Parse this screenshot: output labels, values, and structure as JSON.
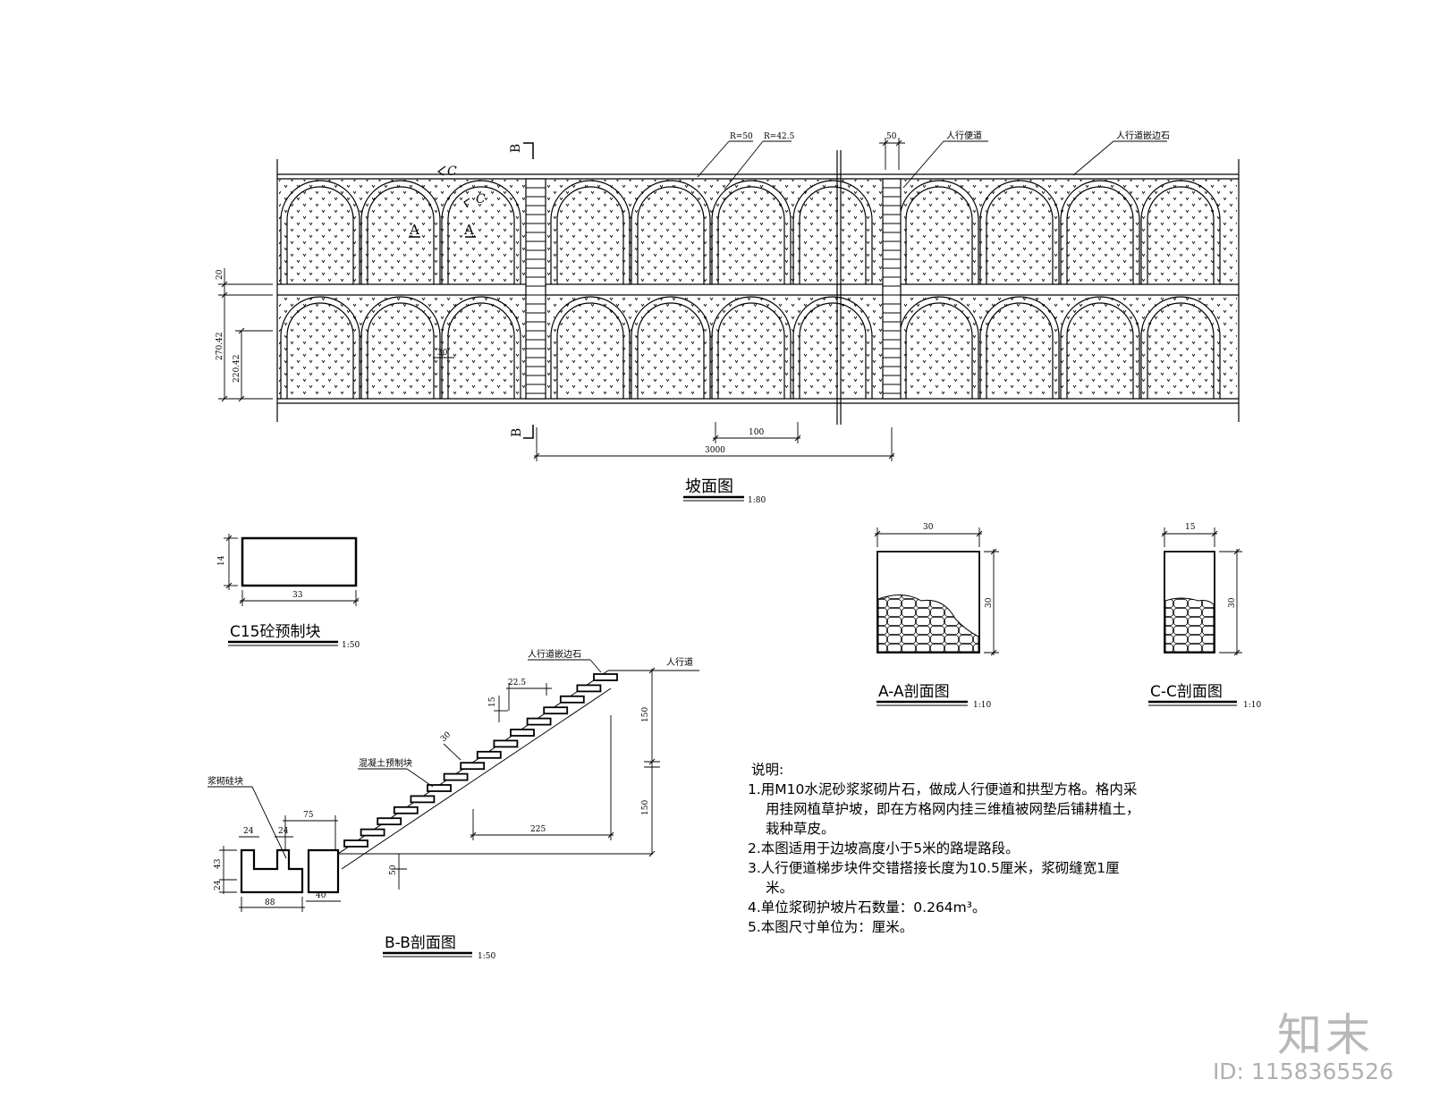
{
  "slope_view": {
    "title": "坡面图",
    "scale": "1:80",
    "label_r50": "R=50",
    "label_r425": "R=42.5",
    "label_sidewalk": "人行便道",
    "label_curb": "人行道嵌边石",
    "dim_50": "50",
    "dim_20": "20",
    "dim_270": "270.42",
    "dim_220": "220.42",
    "dim_30": "30",
    "dim_100": "100",
    "dim_3000": "3000",
    "mark_b": "B",
    "mark_a": "A",
    "mark_c": "C"
  },
  "block": {
    "title": "C15砼预制块",
    "scale": "1:50",
    "dim_w": "33",
    "dim_h": "14"
  },
  "section_aa": {
    "title": "A-A剖面图",
    "scale": "1:10",
    "dim_w": "30",
    "dim_h": "30"
  },
  "section_cc": {
    "title": "C-C剖面图",
    "scale": "1:10",
    "dim_w": "15",
    "dim_h": "30"
  },
  "section_bb": {
    "title": "B-B剖面图",
    "scale": "1:50",
    "label_curb": "人行道嵌边石",
    "label_walk": "人行道",
    "label_precast": "混凝土预制块",
    "label_masonry": "浆砌硅块",
    "dim_225_small": "22.5",
    "dim_15": "15",
    "dim_30": "30",
    "dim_150a": "150",
    "dim_150b": "150",
    "dim_225": "225",
    "dim_75": "75",
    "dim_24a": "24",
    "dim_24b": "24",
    "dim_43": "43",
    "dim_24c": "24",
    "dim_50": "50",
    "dim_88": "88",
    "dim_40": "40"
  },
  "notes": {
    "heading": "说明:",
    "items": [
      "1.用M10水泥砂浆浆砌片石，做成人行便道和拱型方格。格内采用挂网植草护坡，即在方格网内挂三维植被网垫后铺耕植土，栽种草皮。",
      "2.本图适用于边坡高度小于5米的路堤路段。",
      "3.人行便道梯步块件交错搭接长度为10.5厘米，浆砌缝宽1厘米。",
      "4.单位浆砌护坡片石数量：0.264m³。",
      "5.本图尺寸单位为：厘米。"
    ]
  },
  "watermark": {
    "logo": "知末",
    "id": "ID: 1158365526"
  }
}
